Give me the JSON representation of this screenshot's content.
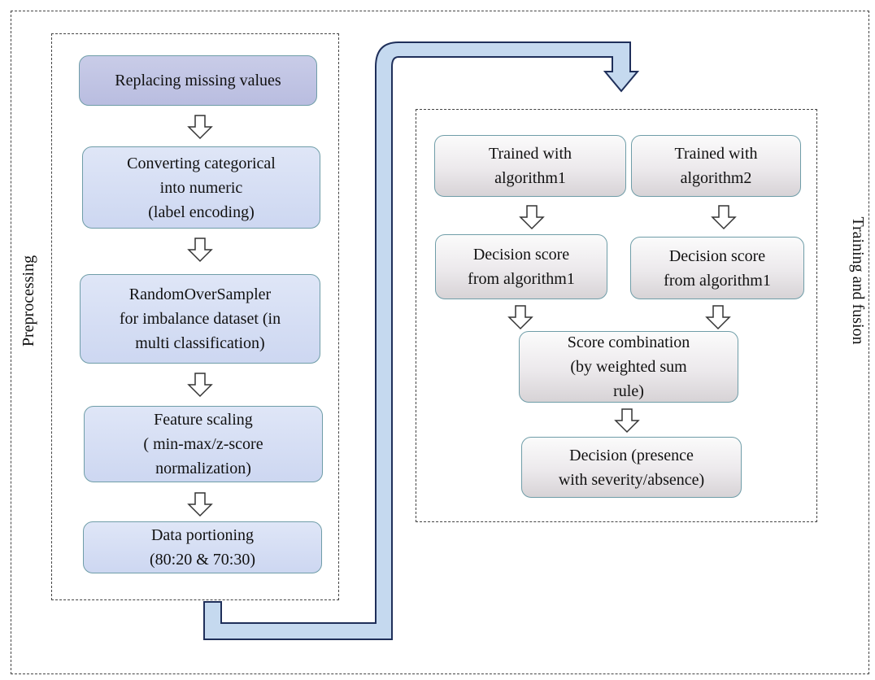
{
  "labels": {
    "preprocessing": "Preprocessing",
    "training_fusion": "Training and fusion"
  },
  "preprocessing_steps": [
    {
      "text": "Replacing missing values"
    },
    {
      "text": "Converting categorical\ninto numeric\n(label encoding)"
    },
    {
      "text": "RandomOverSampler\nfor imbalance dataset (in\nmulti classification)"
    },
    {
      "text": "Feature scaling\n( min-max/z-score\nnormalization)"
    },
    {
      "text": "Data portioning\n(80:20 & 70:30)"
    }
  ],
  "training": {
    "trained_1": "Trained with\nalgorithm1",
    "trained_2": "Trained with\nalgorithm2",
    "score_1": "Decision score\nfrom algorithm1",
    "score_2": "Decision score\nfrom algorithm1",
    "combination": "Score combination\n(by weighted sum\nrule)",
    "decision": "Decision (presence\nwith severity/absence)"
  },
  "colors": {
    "box_border": "#6f9da8",
    "preprocess_fill": "#cdd7f1",
    "first_step_fill": "#b9bde0",
    "training_fill": "#ece9ec",
    "connector_fill": "#c5d9ef",
    "connector_stroke": "#1f2f5a"
  }
}
